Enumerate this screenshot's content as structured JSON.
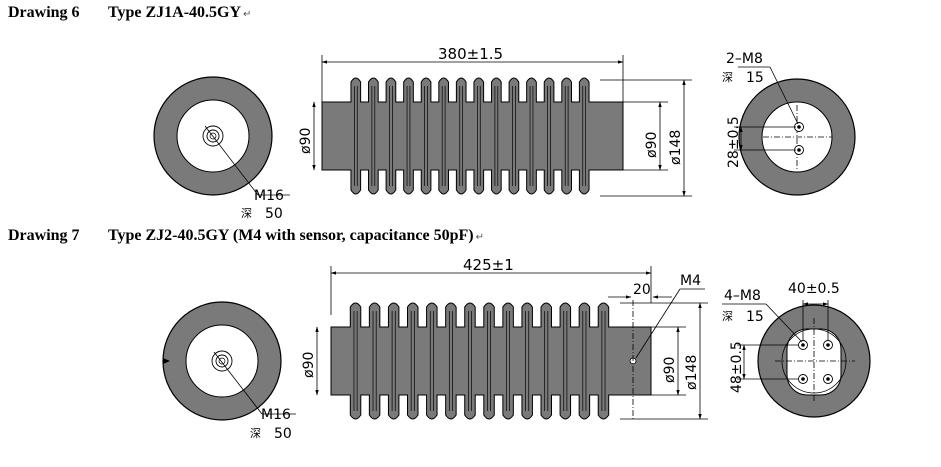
{
  "drawing6": {
    "label": "Drawing 6",
    "title": "Type ZJ1A-40.5GY",
    "return_mark": "↵",
    "dims": {
      "length": "380±1.5",
      "left_dia": "ø90",
      "right_dia": "ø90",
      "outer_dia": "ø148",
      "spacing": "28±0.5",
      "thread_left": "M16",
      "depth_left_char": "深",
      "depth_left": "50",
      "thread_right": "2–M8",
      "depth_right_char": "深",
      "depth_right": "15"
    }
  },
  "drawing7": {
    "label": "Drawing 7",
    "title": "Type ZJ2-40.5GY (M4 with sensor, capacitance 50pF)",
    "return_mark": "↵",
    "dims": {
      "length": "425±1",
      "sensor_offset": "20",
      "sensor_thread": "M4",
      "left_dia": "ø90",
      "right_dia": "ø90",
      "outer_dia": "ø148",
      "spacing_v": "48±0.5",
      "spacing_h": "40±0.5",
      "thread_left": "M16",
      "depth_left_char": "深",
      "depth_left": "50",
      "thread_right": "4–M8",
      "depth_right_char": "深",
      "depth_right": "15"
    }
  }
}
